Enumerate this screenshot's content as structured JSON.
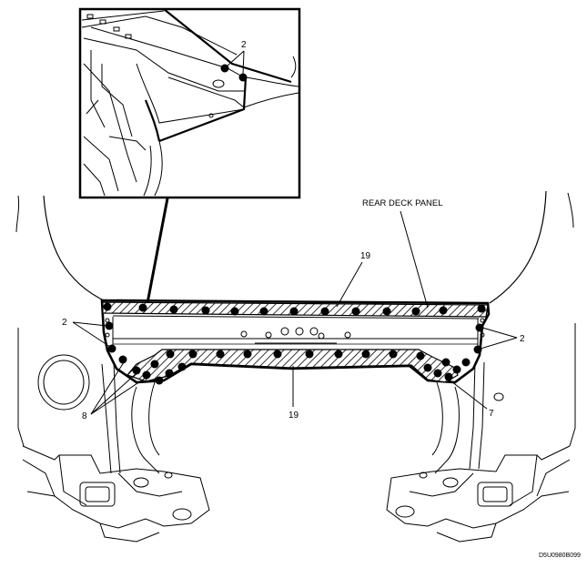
{
  "labels": {
    "rear_deck_panel": "REAR DECK PANEL",
    "callout_19_top": "19",
    "callout_19_bottom": "19",
    "callout_2_inset": "2",
    "callout_2_left": "2",
    "callout_2_right": "2",
    "callout_8": "8",
    "callout_7": "7",
    "figure_code": "D5U0980B099"
  },
  "colors": {
    "line": "#000000",
    "background": "#ffffff",
    "spot_weld": "#000000"
  }
}
